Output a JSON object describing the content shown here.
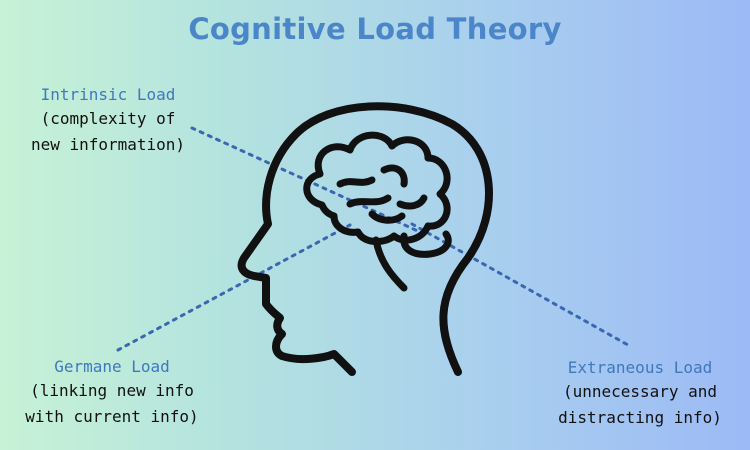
{
  "title": "Cognitive Load Theory",
  "colors": {
    "accent": "#4a86c8",
    "label_name": "#3f78bd",
    "text": "#111111",
    "connector": "#3b66b0"
  },
  "labels": {
    "intrinsic": {
      "name": "Intrinsic Load",
      "desc_line1": "(complexity of",
      "desc_line2": "new information)"
    },
    "germane": {
      "name": "Germane Load",
      "desc_line1": "(linking new info",
      "desc_line2": "with current info)"
    },
    "extraneous": {
      "name": "Extraneous Load",
      "desc_line1": "(unnecessary and",
      "desc_line2": "distracting info)"
    }
  },
  "icons": [
    "head-outline-icon",
    "brain-icon"
  ]
}
